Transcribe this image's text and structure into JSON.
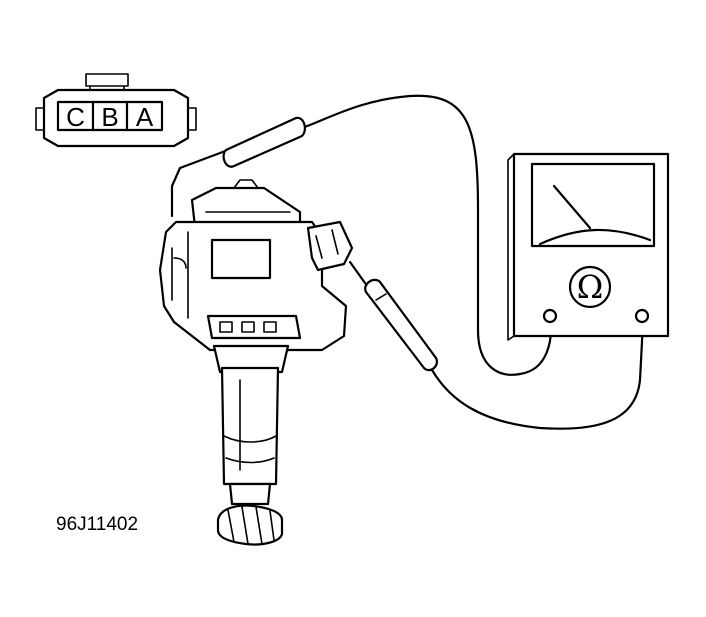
{
  "connector": {
    "pins": [
      "C",
      "B",
      "A"
    ]
  },
  "meter": {
    "symbol": "Ω"
  },
  "figure_code": "96J11402",
  "colors": {
    "ink": "#000000",
    "background": "#ffffff"
  }
}
